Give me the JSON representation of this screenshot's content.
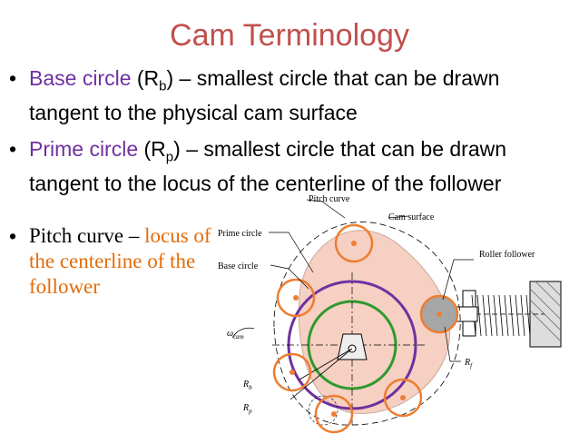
{
  "title": "Cam Terminology",
  "bullets": [
    {
      "term": "Base circle",
      "symbol_open": "(R",
      "symbol_sub": "b",
      "symbol_close": ")",
      "definition": " – smallest circle that can be drawn tangent to the physical cam surface"
    },
    {
      "term": "Prime circle",
      "symbol_open": "(R",
      "symbol_sub": "p",
      "symbol_close": ")",
      "definition": " – smallest circle that can be drawn tangent to the locus of the centerline of the follower"
    },
    {
      "term": "Pitch curve",
      "dash": " – ",
      "definition": "locus of the centerline of the follower"
    }
  ],
  "bullet_char": "•",
  "diagram": {
    "labels": {
      "pitch_curve": "Pitch curve",
      "cam_surface": "Cam surface",
      "prime_circle": "Prime circle",
      "base_circle": "Base circle",
      "roller_follower": "Roller follower",
      "omega": "ω",
      "omega_sub": "cam",
      "rb": "R",
      "rb_sub": "b",
      "rp": "R",
      "rp_sub": "p",
      "rf": "R",
      "rf_sub": "f"
    },
    "colors": {
      "prime_circle": "#7030a0",
      "base_circle": "#2e9a2e",
      "rollers": "#ed7d31",
      "cam_fill": "#f6d0c2",
      "roller_fill": "#a6a6a6"
    }
  }
}
